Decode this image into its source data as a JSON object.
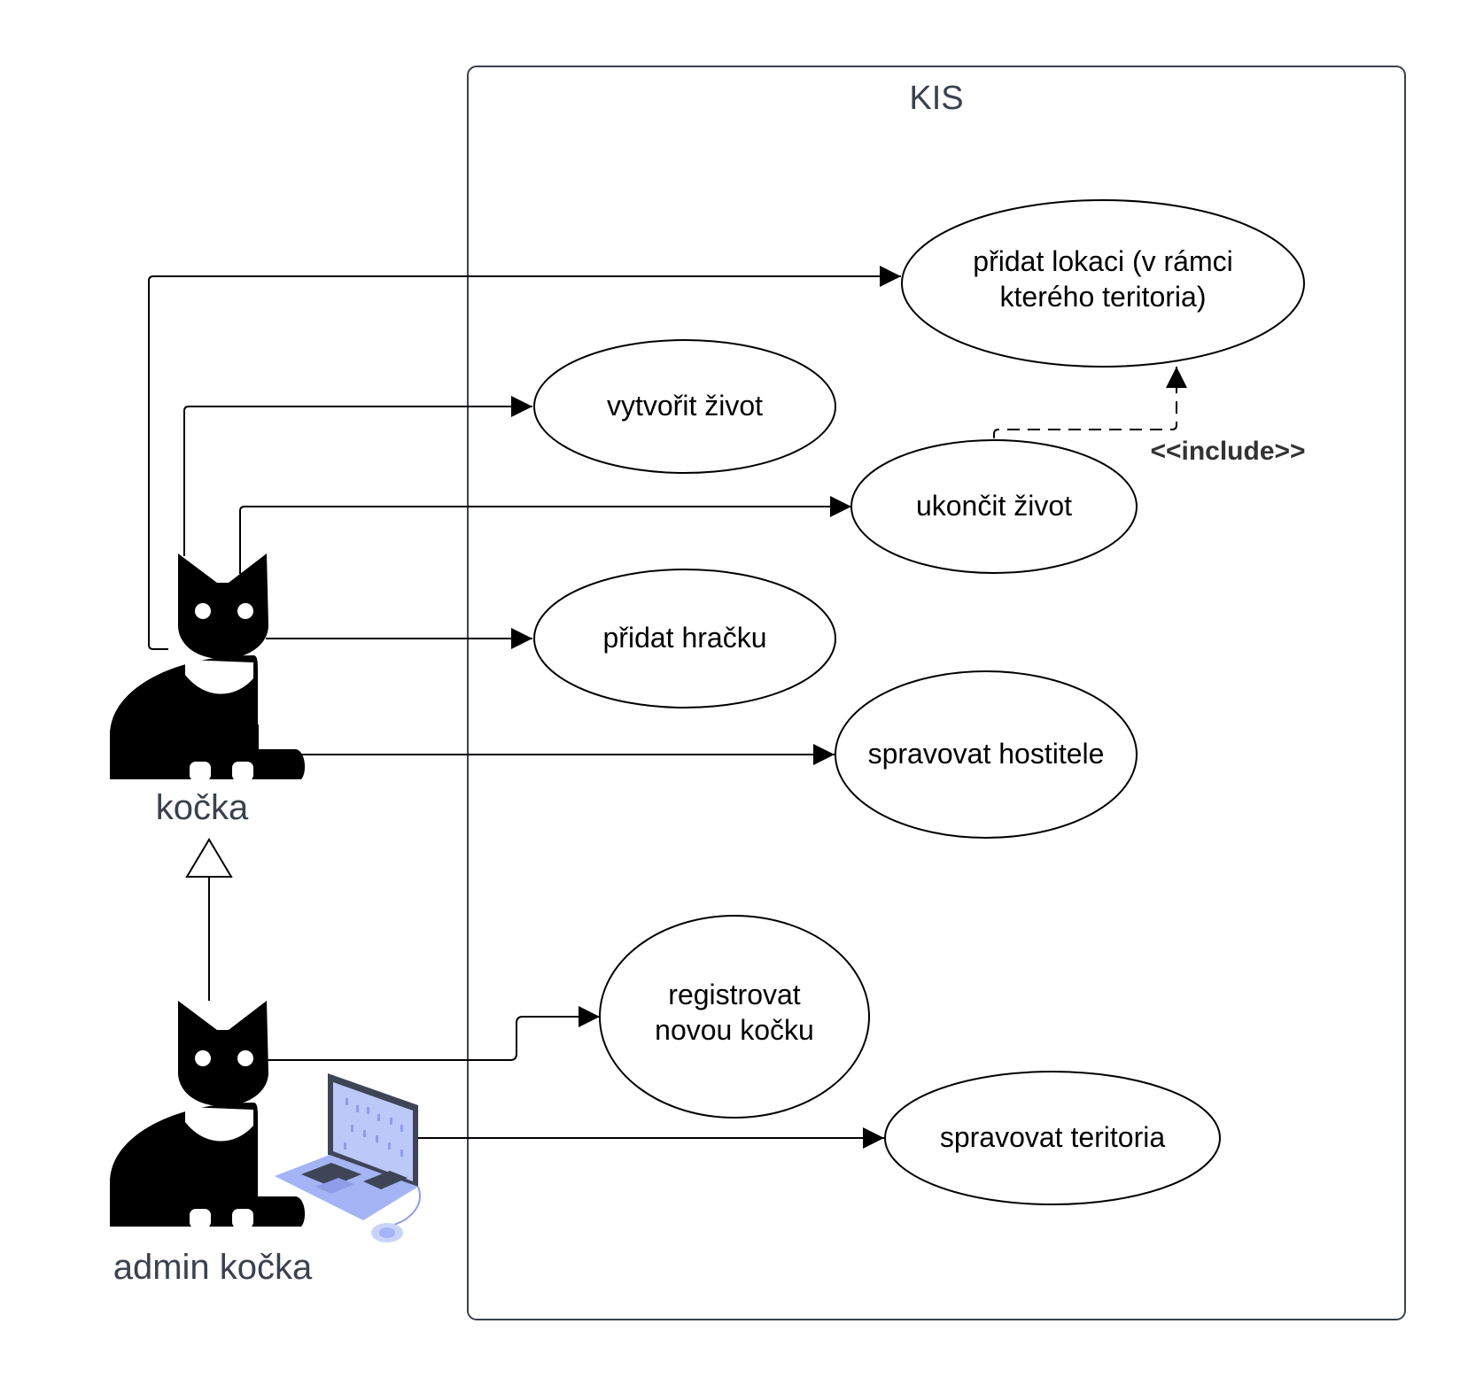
{
  "system": {
    "title": "KIS"
  },
  "actors": {
    "cat": {
      "label": "kočka",
      "icon": "cat-icon"
    },
    "admin": {
      "label": "admin kočka",
      "icon": "cat-icon",
      "accessory_icon": "laptop-icon"
    }
  },
  "use_cases": {
    "add_location": {
      "line1": "přidat lokaci (v rámci",
      "line2": "kterého teritoria)"
    },
    "create_life": {
      "line1": "vytvořit život"
    },
    "end_life": {
      "line1": "ukončit život"
    },
    "add_toy": {
      "line1": "přidat hračku"
    },
    "manage_hosts": {
      "line1": "spravovat hostitele"
    },
    "register_cat": {
      "line1": "registrovat",
      "line2": "novou kočku"
    },
    "manage_territories": {
      "line1": "spravovat teritoria"
    }
  },
  "relations": {
    "include_label": "<<include>>"
  },
  "colors": {
    "outline": "#3a4150",
    "cat_fill": "#000000",
    "laptop_accent": "#a4b4f4"
  }
}
